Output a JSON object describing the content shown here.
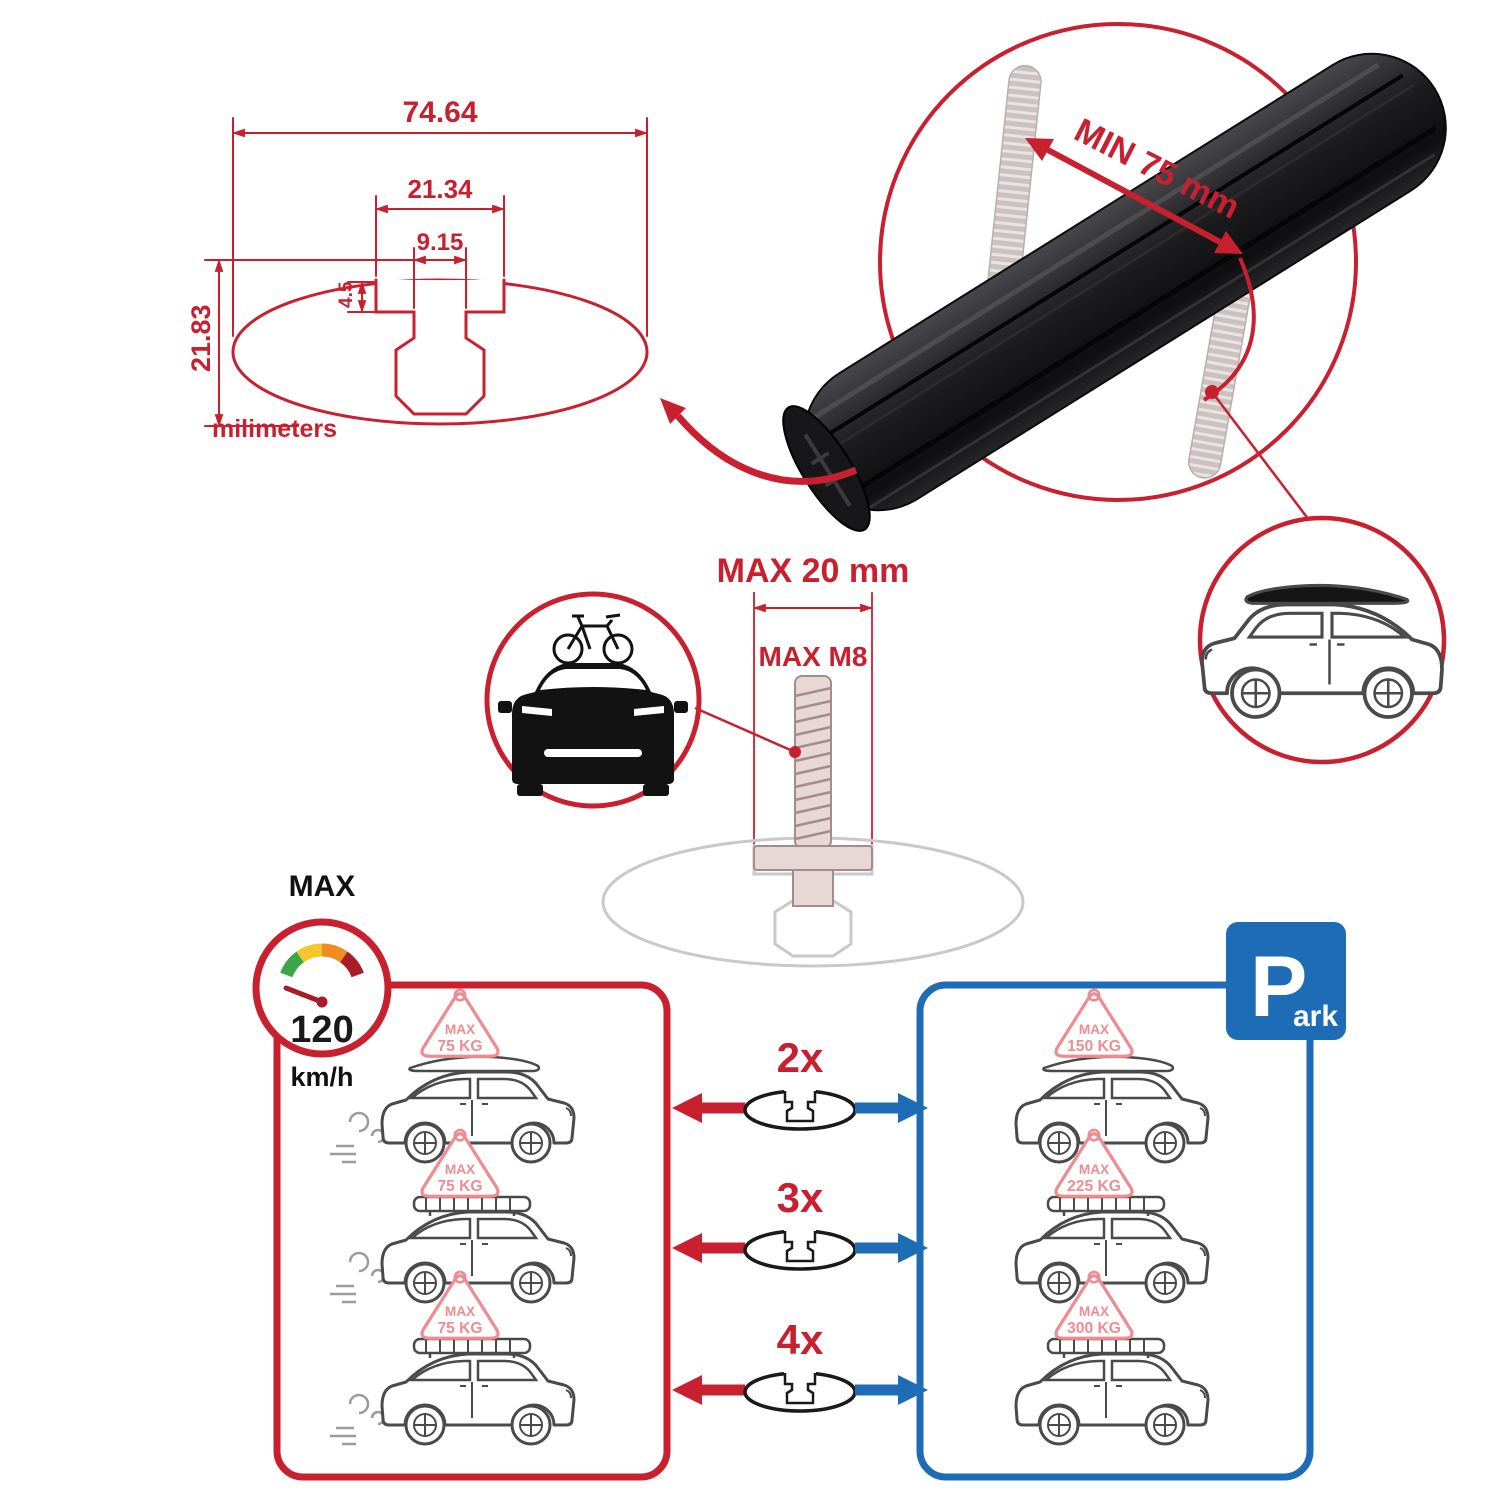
{
  "colors": {
    "red": "#c9202f",
    "blue": "#1e6cb5",
    "salmon": "#ee8d91",
    "bar_black": "#1a1a1c",
    "grey": "#c8c8c8"
  },
  "profile_dimensions": {
    "total_width": "74.64",
    "channel_width": "21.34",
    "slot_width": "9.15",
    "lip_depth": "4.5",
    "total_height": "21.83",
    "unit": "milimeters"
  },
  "clamp": {
    "min_span": "MIN 75 mm"
  },
  "bolt": {
    "max_width": "MAX 20 mm",
    "max_thread": "MAX M8"
  },
  "speed": {
    "label": "MAX",
    "value": "120",
    "unit": "km/h"
  },
  "quantities": [
    "2x",
    "3x",
    "4x"
  ],
  "driving_panel": {
    "cars": [
      {
        "max_label": "MAX",
        "load": "75 KG"
      },
      {
        "max_label": "MAX",
        "load": "75 KG"
      },
      {
        "max_label": "MAX",
        "load": "75 KG"
      }
    ]
  },
  "parked_panel": {
    "sign_p": "P",
    "sign_rest": "ark",
    "cars": [
      {
        "max_label": "MAX",
        "load": "150 KG"
      },
      {
        "max_label": "MAX",
        "load": "225 KG"
      },
      {
        "max_label": "MAX",
        "load": "300 KG"
      }
    ]
  }
}
